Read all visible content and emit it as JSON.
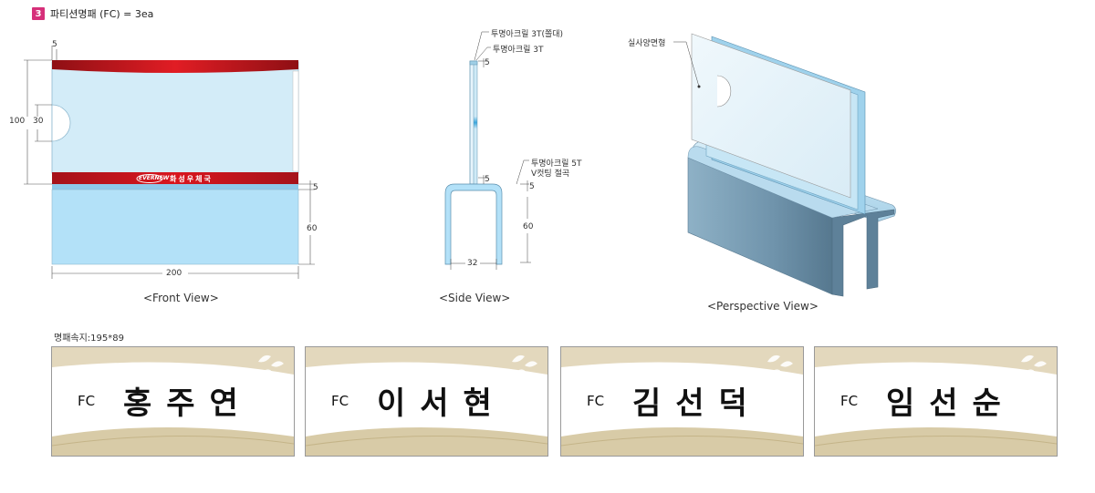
{
  "header": {
    "badge": "3",
    "title": "파티션명패 (FC) = 3ea"
  },
  "front": {
    "caption": "<Front View>",
    "dims": {
      "top": "5",
      "height": "100",
      "hole": "30",
      "band": "5",
      "base": "60",
      "width": "200"
    },
    "logo": "EVERNEW",
    "company": "화성우체국"
  },
  "side": {
    "caption": "<Side View>",
    "labels": [
      "투명아크릴 3T(쫄대)",
      "투명아크릴 3T",
      "투명아크릴 5T",
      "V컷팅 절곡"
    ],
    "dims": {
      "top": "5",
      "mid": "5",
      "base_small": "5",
      "base": "60",
      "width": "32"
    }
  },
  "perspective": {
    "caption": "<Perspective View>",
    "label": "실사양면형"
  },
  "spec": "명패속지:195*89",
  "cards": [
    {
      "prefix": "FC",
      "name": "홍주연"
    },
    {
      "prefix": "FC",
      "name": "이서현"
    },
    {
      "prefix": "FC",
      "name": "김선덕"
    },
    {
      "prefix": "FC",
      "name": "임선순"
    }
  ],
  "colors": {
    "acrylic": "#d3ecf8",
    "red": "#c4161c",
    "base_blue": "#b3e1f8",
    "perspective_base": "#6b8fa7",
    "badge": "#d6307a",
    "card_gold": "#cfc09a"
  }
}
